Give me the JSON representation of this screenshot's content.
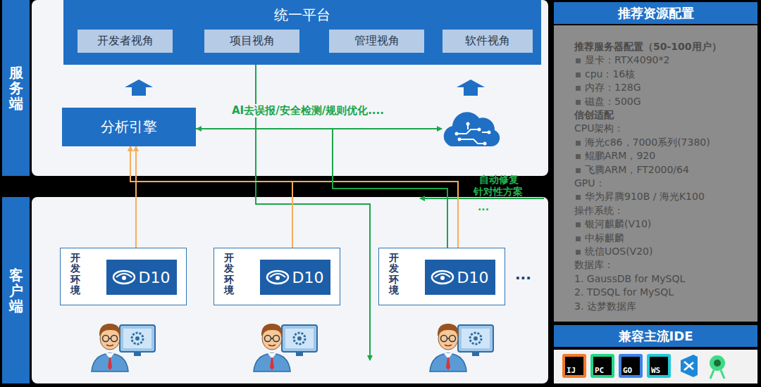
{
  "diagram": {
    "nodes": [
      {
        "text": [
          "服务端"
        ]
      },
      {
        "text": [
          "客户端"
        ]
      },
      {
        "text": [
          "统一平台"
        ]
      },
      {
        "text": [
          "开发者视角"
        ],
        "in": 2
      },
      {
        "text": [
          "项目视角"
        ],
        "in": 2
      },
      {
        "text": [
          "管理视角"
        ],
        "in": 2
      },
      {
        "text": [
          "软件视角"
        ],
        "in": 2
      },
      {
        "text": [
          "分析引擎"
        ]
      },
      {
        "text": [
          "开发环境"
        ]
      },
      {
        "text": [
          "D10"
        ],
        "in": 8
      },
      {
        "text": [
          "开发环境"
        ]
      },
      {
        "text": [
          "D10"
        ],
        "in": 10
      },
      {
        "text": [
          "开发环境"
        ]
      },
      {
        "text": [
          "D10"
        ],
        "in": 12
      },
      {
        "text": [
          "推荐资源配置"
        ]
      },
      {
        "text": [
          "兼容主流IDE"
        ]
      }
    ],
    "edges": [
      {
        "from": 7,
        "to": 9,
        "arrow": "both"
      },
      {
        "from": 7,
        "to": 11,
        "arrow": "both"
      },
      {
        "from": 7,
        "to": 13,
        "arrow": "both"
      },
      {
        "from": 7,
        "to": 13,
        "arrow": "to"
      }
    ],
    "labels": [
      "AI去误报/安全检测/规则优化....",
      "自动修复",
      "针对性方案",
      "...",
      "...",
      "推荐服务器配置（50-100用户）",
      "显卡：RTX4090*2",
      "cpu：16核",
      "内存：128G",
      "磁盘：500G",
      "信创适配",
      "CPU架构：",
      "海光c86，7000系列(7380)",
      "鲲鹏ARM，920",
      "飞腾ARM，FT2000/64",
      "GPU：",
      "华为昇腾910B / 海光K100",
      "操作系统：",
      "银河麒麟(V10)",
      "中标麒麟",
      "统信UOS(V20)",
      "数据库：",
      "1. GaussDB for MySQL",
      "2. TDSQL for MySQL",
      "3. 达梦数据库",
      "IJ",
      "PC",
      "GO",
      "WS"
    ]
  }
}
